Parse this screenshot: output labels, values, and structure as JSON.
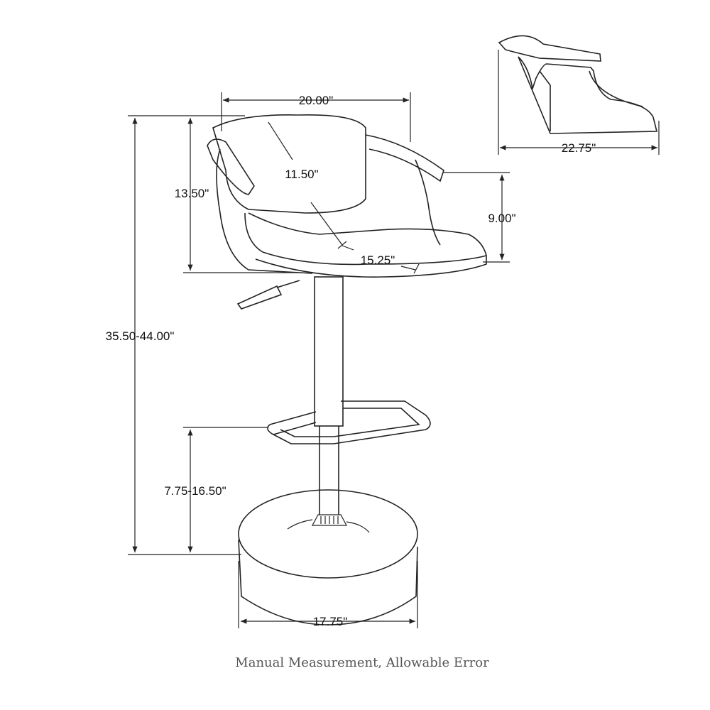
{
  "dimensions": {
    "overall_width": "20.00\"",
    "back_diagonal": "11.50\"",
    "back_height": "13.50\"",
    "arm_height": "9.00\"",
    "seat_depth": "15.25\"",
    "overall_height": "35.50-44.00\"",
    "footrest_height": "7.75-16.50\"",
    "base_diameter": "17.75\"",
    "side_depth": "22.75\""
  },
  "caption": "Manual Measurement, Allowable Error"
}
